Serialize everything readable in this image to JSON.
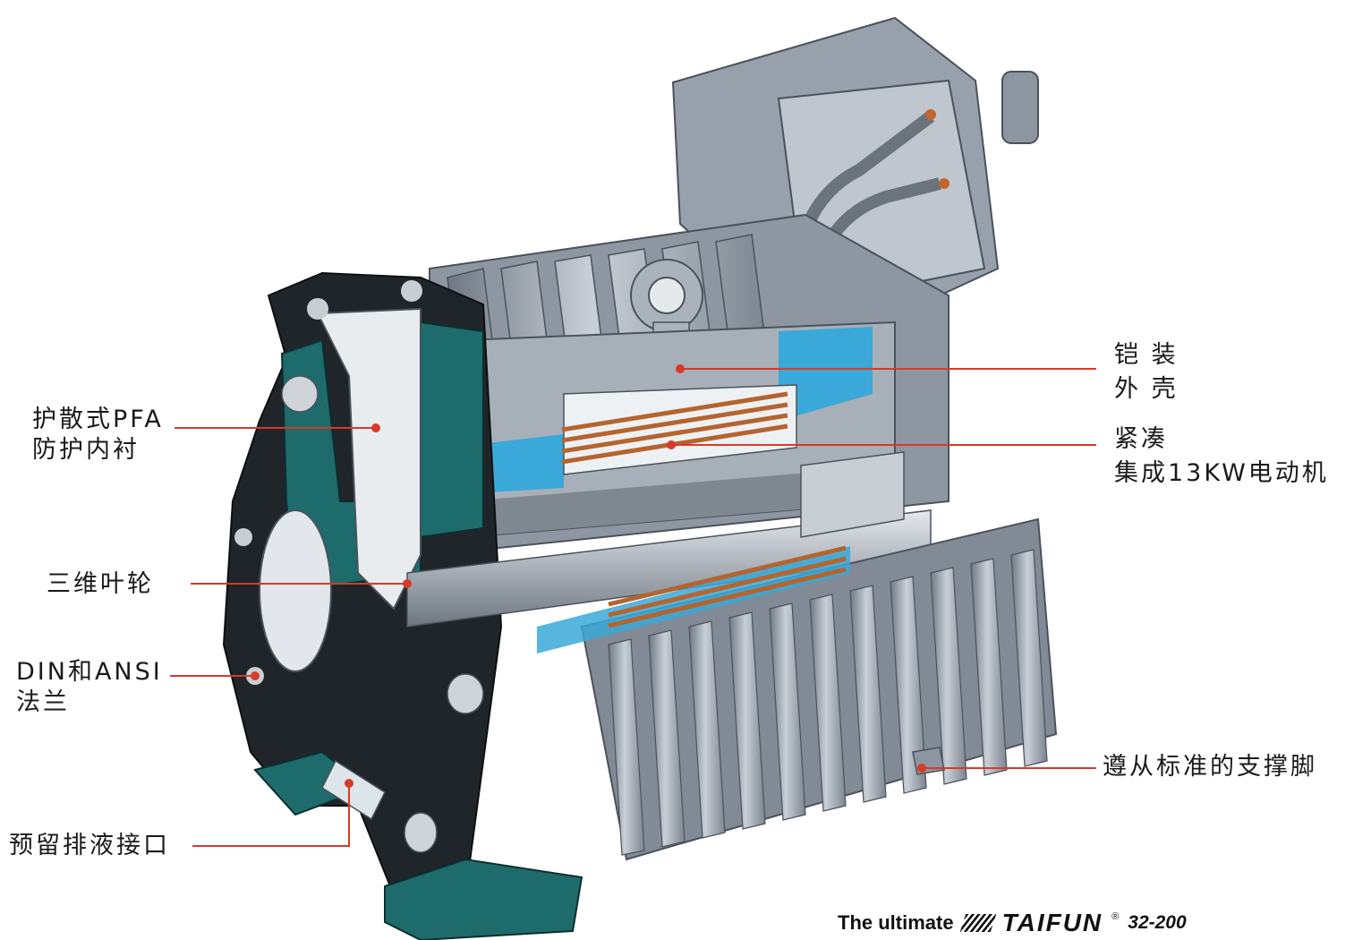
{
  "labels": {
    "liner": [
      "护散式PFA",
      "防护内衬"
    ],
    "impeller": [
      "三维叶轮"
    ],
    "flange": [
      "DIN和ANSI",
      "法兰"
    ],
    "drain": [
      "预留排液接口"
    ],
    "housing": [
      "铠 装",
      "外 壳"
    ],
    "motor": [
      "紧凑",
      "集成13KW电动机"
    ],
    "feet": [
      "遵从标准的支撑脚"
    ]
  },
  "footer": {
    "text": "The ultimate",
    "brand": "TAIFUN",
    "registered": "®",
    "model": "32-200"
  },
  "colors": {
    "leader_line": "#d83a2a",
    "body_gray": "#9aa2ad",
    "section_teal": "#1e6b6b",
    "stator_blue": "#36a6d6",
    "copper": "#b5642e"
  }
}
